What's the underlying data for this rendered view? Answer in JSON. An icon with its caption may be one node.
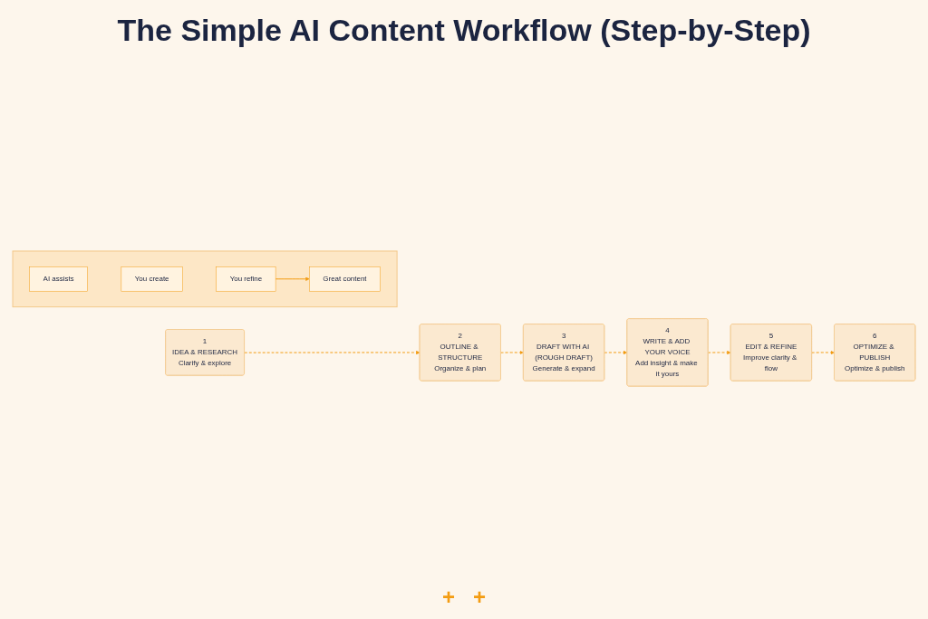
{
  "diagram": {
    "title": "The Simple AI Content Workflow (Step-by-Step)",
    "nodes": [
      {
        "text": [
          "1",
          "IDEA & RESEARCH",
          "Clarify & explore"
        ]
      },
      {
        "text": [
          "2",
          "OUTLINE & STRUCTURE",
          "Organize & plan"
        ]
      },
      {
        "text": [
          "3",
          "DRAFT WITH AI (ROUGH DRAFT)",
          "Generate & expand"
        ]
      },
      {
        "text": [
          "4",
          "WRITE & ADD YOUR VOICE",
          "Add insight & make it yours"
        ]
      },
      {
        "text": [
          "5",
          "EDIT & REFINE",
          "Improve clarity & flow"
        ]
      },
      {
        "text": [
          "6",
          "OPTIMIZE & PUBLISH",
          "Optimize & publish"
        ]
      },
      {
        "text": [],
        "shape": "box"
      },
      {
        "text": [
          "AI assists"
        ],
        "in": 6
      },
      {
        "text": [
          "You create"
        ],
        "in": 6
      },
      {
        "text": [
          "You refine"
        ],
        "in": 6
      },
      {
        "text": [
          "Great content"
        ],
        "in": 6
      }
    ],
    "edges": [
      {
        "from": 0,
        "to": 1,
        "arrow": "to",
        "style": "dashed"
      },
      {
        "from": 1,
        "to": 2,
        "arrow": "to",
        "style": "dashed"
      },
      {
        "from": 2,
        "to": 3,
        "arrow": "to",
        "style": "dashed"
      },
      {
        "from": 3,
        "to": 4,
        "arrow": "to",
        "style": "dashed"
      },
      {
        "from": 4,
        "to": 5,
        "arrow": "to",
        "style": "dashed"
      },
      {
        "from": 9,
        "to": 10,
        "arrow": "to"
      }
    ],
    "labels": [
      "+",
      "+"
    ]
  }
}
